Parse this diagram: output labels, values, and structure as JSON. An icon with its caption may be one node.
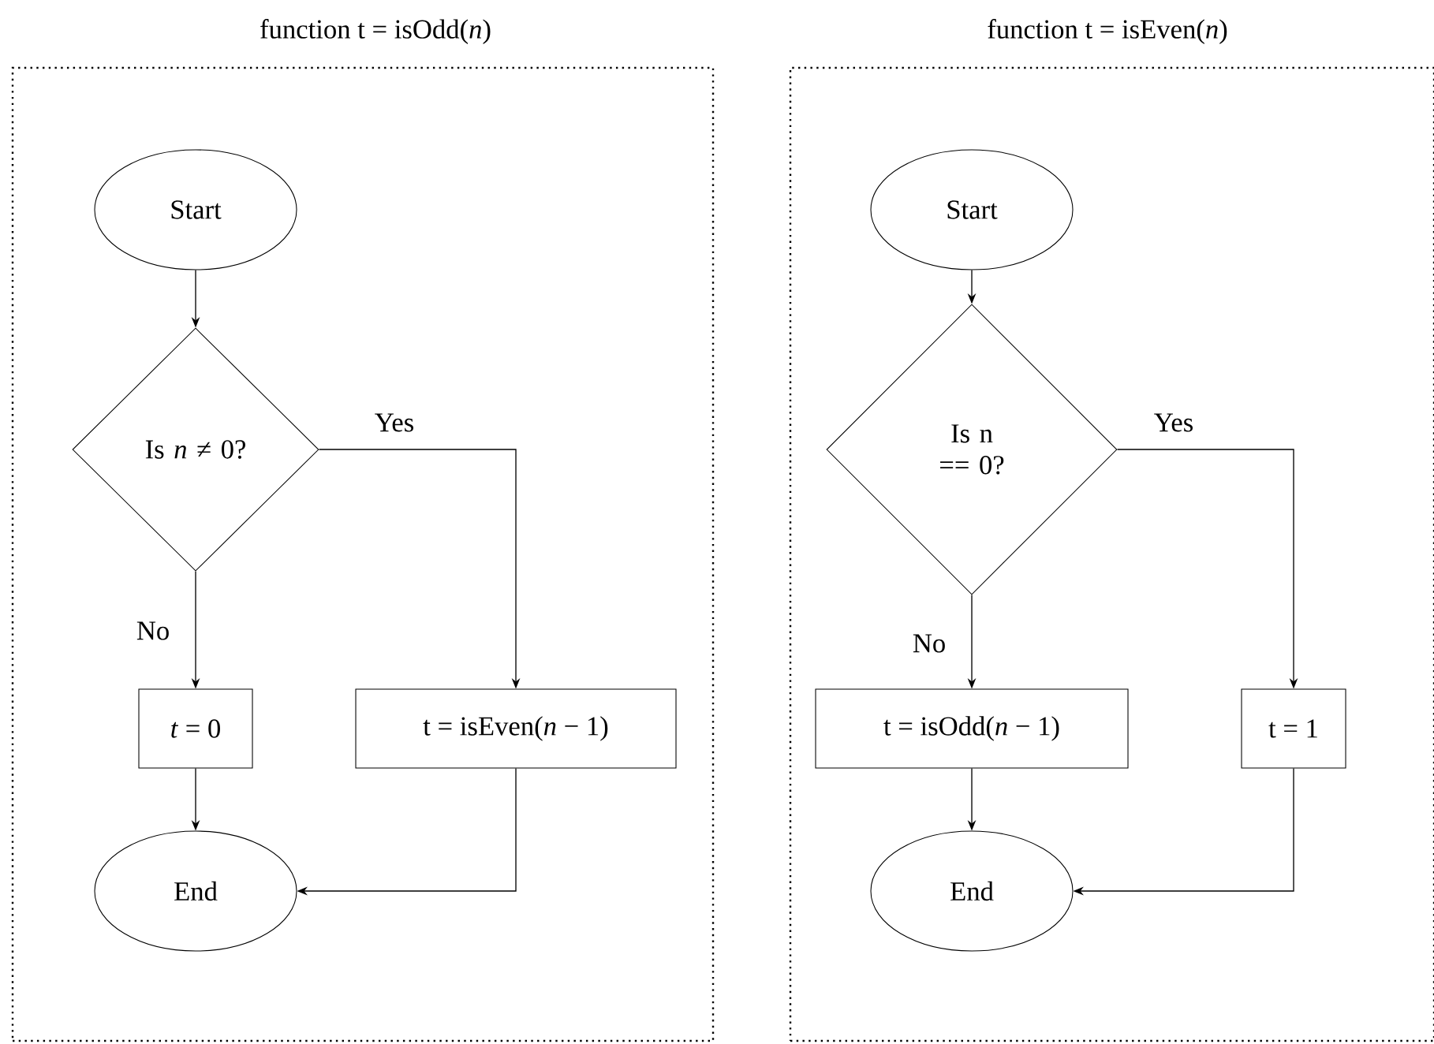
{
  "diagram": {
    "nodes": [
      {
        "text": [
          "function t = isOdd(*n*)"
        ]
      },
      {
        "text": [
          "Start"
        ],
        "in": 0
      },
      {
        "text": [
          "Is *n* ≠ 0?"
        ],
        "in": 0
      },
      {
        "text": [
          "*t* = 0"
        ],
        "in": 0
      },
      {
        "text": [
          "t = isEven(*n* − 1)"
        ],
        "in": 0
      },
      {
        "text": [
          "End"
        ],
        "in": 0
      },
      {
        "text": [
          "function t = isEven(*n*)"
        ]
      },
      {
        "text": [
          "Start"
        ],
        "in": 6
      },
      {
        "text": [
          "Is n == 0?"
        ],
        "in": 6
      },
      {
        "text": [
          "t = isOdd(*n* − 1)"
        ],
        "in": 6
      },
      {
        "text": [
          "t = 1"
        ],
        "in": 6
      },
      {
        "text": [
          "End"
        ],
        "in": 6
      }
    ],
    "edges": [
      {
        "from": 1,
        "to": 2,
        "arrow": "to"
      },
      {
        "from": 2,
        "to": 3,
        "arrow": "to",
        "label": "No"
      },
      {
        "from": 2,
        "to": 4,
        "arrow": "to",
        "label": "Yes"
      },
      {
        "from": 3,
        "to": 5,
        "arrow": "to"
      },
      {
        "from": 4,
        "to": 5,
        "arrow": "to"
      },
      {
        "from": 7,
        "to": 8,
        "arrow": "to"
      },
      {
        "from": 8,
        "to": 9,
        "arrow": "to",
        "label": "No"
      },
      {
        "from": 8,
        "to": 10,
        "arrow": "to",
        "label": "Yes"
      },
      {
        "from": 9,
        "to": 11,
        "arrow": "to"
      },
      {
        "from": 10,
        "to": 11,
        "arrow": "to"
      }
    ]
  }
}
